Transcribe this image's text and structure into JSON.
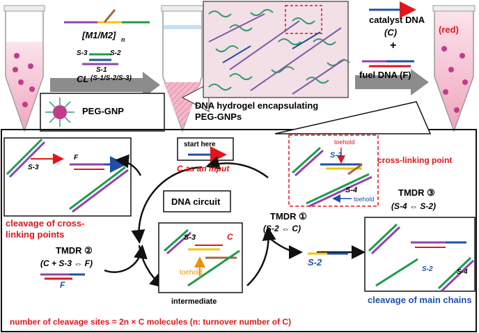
{
  "top": {
    "polymer_label": "[M1/M2]",
    "polymer_subscript": "n",
    "s3": "S-3",
    "s2": "S-2",
    "s1": "S-1",
    "cl_label": "CL",
    "cl_detail": "(S-1/S-2/S-3)",
    "peg_gnp": "PEG-GNP",
    "hydrogel_line1": "DNA hydrogel encapsulating",
    "hydrogel_line2": "PEG-GNPs",
    "catalyst": "catalyst DNA",
    "catalyst_c": "(C)",
    "plus": "+",
    "fuel": "fuel DNA (F)",
    "red_label": "(red)"
  },
  "cycle": {
    "start_here": "start here",
    "c_input": "C as an input",
    "dna_circuit": "DNA circuit",
    "intermediate": "intermediate",
    "toehold": "toehold",
    "s3": "S-3",
    "c": "C",
    "tmdr1": "TMDR ①",
    "tmdr1_eq": "(S-2 ⇔ C)",
    "tmdr2": "TMDR ②",
    "tmdr2_eq": "(C + S-3 ⇔ F)",
    "f": "F",
    "s2_out": "S-2"
  },
  "panels": {
    "left_s3": "S-3",
    "left_f": "F",
    "cleavage_cross_line1": "cleavage of cross-",
    "cleavage_cross_line2": "linking points",
    "crosslink_toehold": "toehold",
    "crosslink_s2": "S-2",
    "crosslink_s4": "S-4",
    "crosslink_toehold2": "toehold",
    "crosslink_title": "cross-linking point",
    "tmdr3": "TMDR ③",
    "tmdr3_eq": "(S-4 ⇔ S-2)",
    "right_s2": "S-2",
    "right_s4": "S-4",
    "cleavage_main": "cleavage of main chains"
  },
  "footer": "number of cleavage sites = 2n × C molecules (n: turnover number of C)",
  "colors": {
    "red": "#e0161b",
    "blue": "#1f4fa8",
    "purple": "#8e44ad",
    "green": "#1f9a4a",
    "orange": "#e8930a",
    "gray_arrow": "#8c8c8c",
    "pink_tube": "#f5b8c8",
    "gnp": "#c23b8c"
  }
}
